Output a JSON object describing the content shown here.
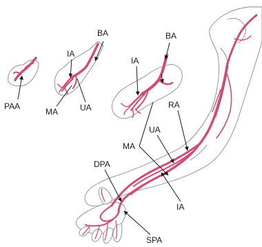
{
  "colors": {
    "vessel": "#d64a6e",
    "vessel_edge": "#a82e52",
    "outline": "#8a8a8a",
    "label": "#1a1a1a"
  },
  "labels": {
    "s1_paa": "PAA",
    "s2_ba": "BA",
    "s2_ia": "IA",
    "s2_ma": "MA",
    "s2_ua": "UA",
    "s3_ba": "BA",
    "s3_ia": "IA",
    "s3_ra": "RA",
    "s3_ua": "UA",
    "s3_ma": "MA",
    "s4_dpa": "DPA",
    "s4_ia": "IA",
    "s4_spa": "SPA"
  }
}
